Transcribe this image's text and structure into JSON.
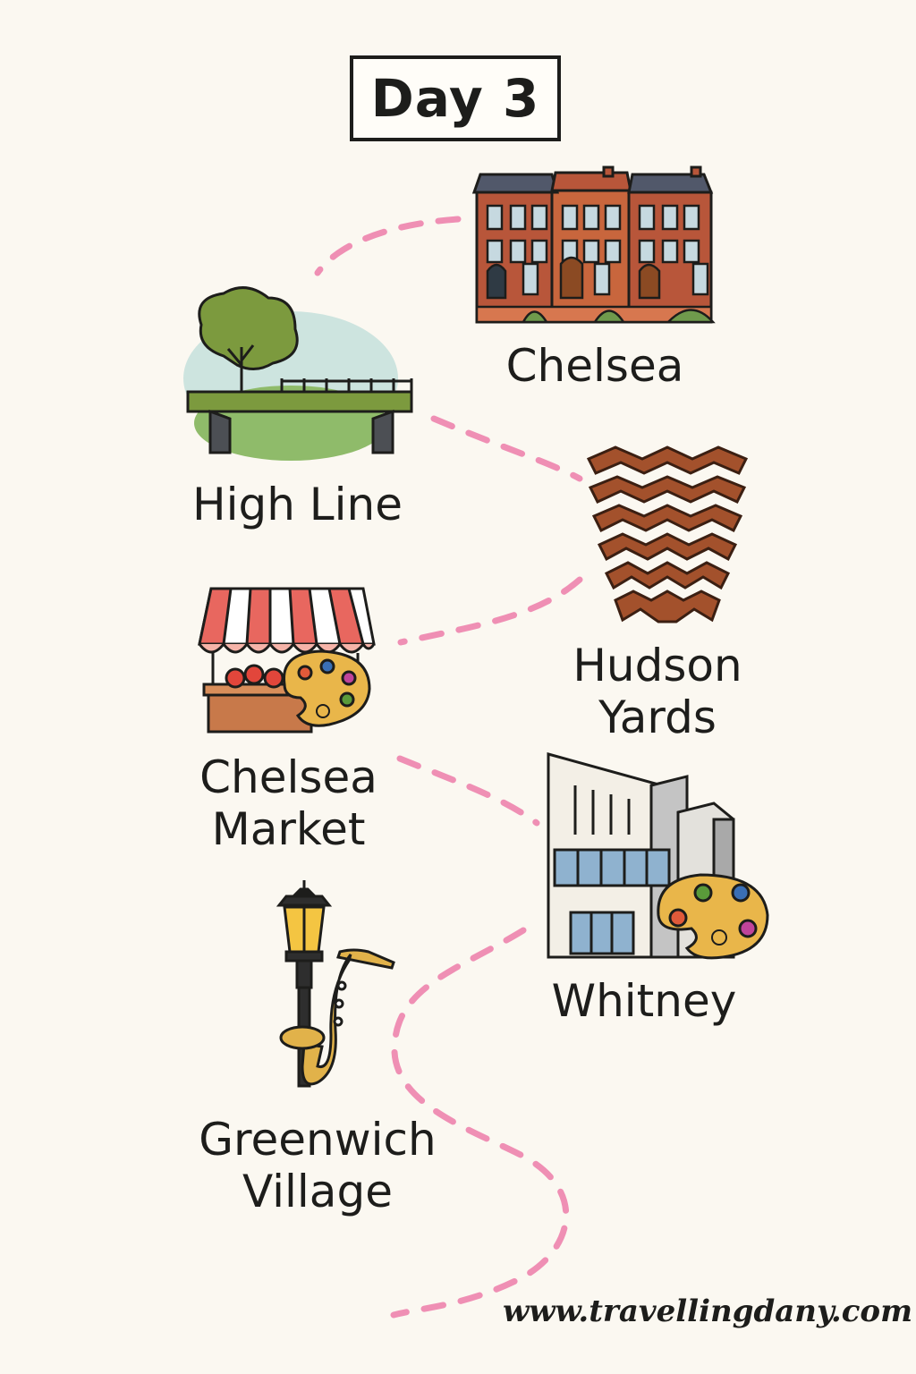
{
  "title": "Day 3",
  "stops": [
    {
      "label": "Chelsea",
      "icon": "brownstone-houses-icon"
    },
    {
      "label": "High Line",
      "icon": "elevated-park-tree-icon"
    },
    {
      "label": "Hudson Yards",
      "icon": "vessel-structure-icon"
    },
    {
      "label": "Chelsea Market",
      "icon": "market-stall-palette-icon"
    },
    {
      "label": "Whitney",
      "icon": "museum-building-palette-icon"
    },
    {
      "label": "Greenwich Village",
      "icon": "street-lamp-saxophone-icon"
    }
  ],
  "website": "www.travellingdany.com",
  "colors": {
    "background": "#fbf8f1",
    "route": "#ef8fb4",
    "ink": "#1d1d1b",
    "brick": "#b8563a",
    "tree_green": "#7c9a3e",
    "vessel": "#a3512c",
    "palette": "#e9b64a"
  }
}
